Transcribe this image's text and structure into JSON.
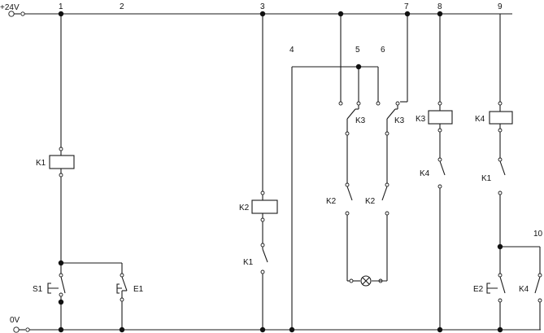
{
  "rails": {
    "top_label": "+24V",
    "bottom_label": "0V"
  },
  "columns": [
    "1",
    "2",
    "3",
    "4",
    "5",
    "6",
    "7",
    "8",
    "9",
    "10"
  ],
  "labels": {
    "k1_coil": "K1",
    "s1": "S1",
    "e1": "E1",
    "k2_coil": "K2",
    "k1_contact_c3": "K1",
    "k3_contact_a": "K3",
    "k3_contact_b": "K3",
    "k2_contact_a": "K2",
    "k2_contact_b": "K2",
    "k3_coil": "K3",
    "k4_contact_c8": "K4",
    "k4_coil": "K4",
    "k1_contact_c9": "K1",
    "e2": "E2",
    "k4_contact_c10": "K4"
  }
}
